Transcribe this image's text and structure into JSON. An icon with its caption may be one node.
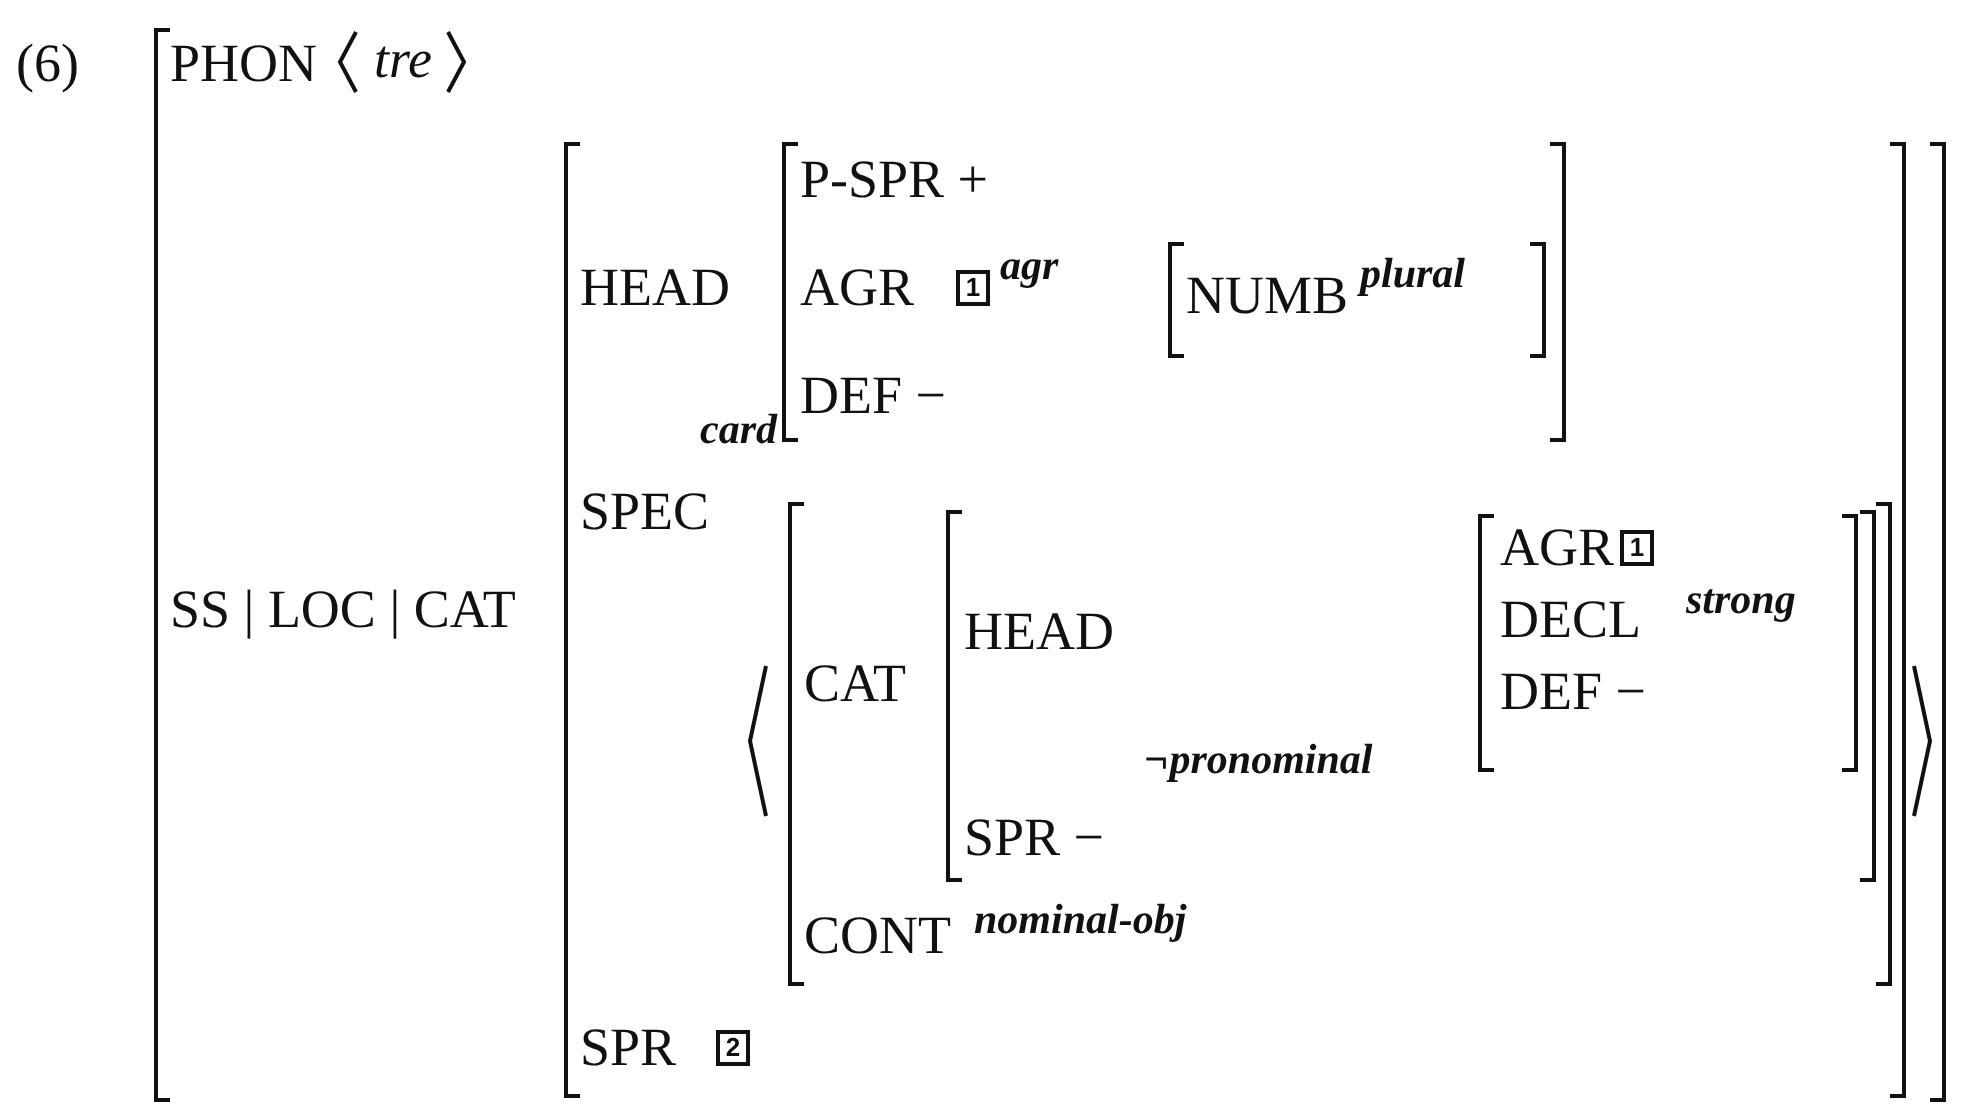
{
  "diagram": {
    "labels": [
      "(6)",
      "PHON",
      "tre",
      "P-SPR +",
      "HEAD",
      "AGR",
      "1",
      "agr",
      "NUMB",
      "plural",
      "DEF −",
      "card",
      "SPEC",
      "AGR",
      "1",
      "SS | LOC | CAT",
      "HEAD",
      "CAT",
      "DECL",
      "strong",
      "DEF −",
      "¬pronominal",
      "SPR −",
      "CONT",
      "nominal-obj",
      "SPR",
      "2"
    ]
  }
}
